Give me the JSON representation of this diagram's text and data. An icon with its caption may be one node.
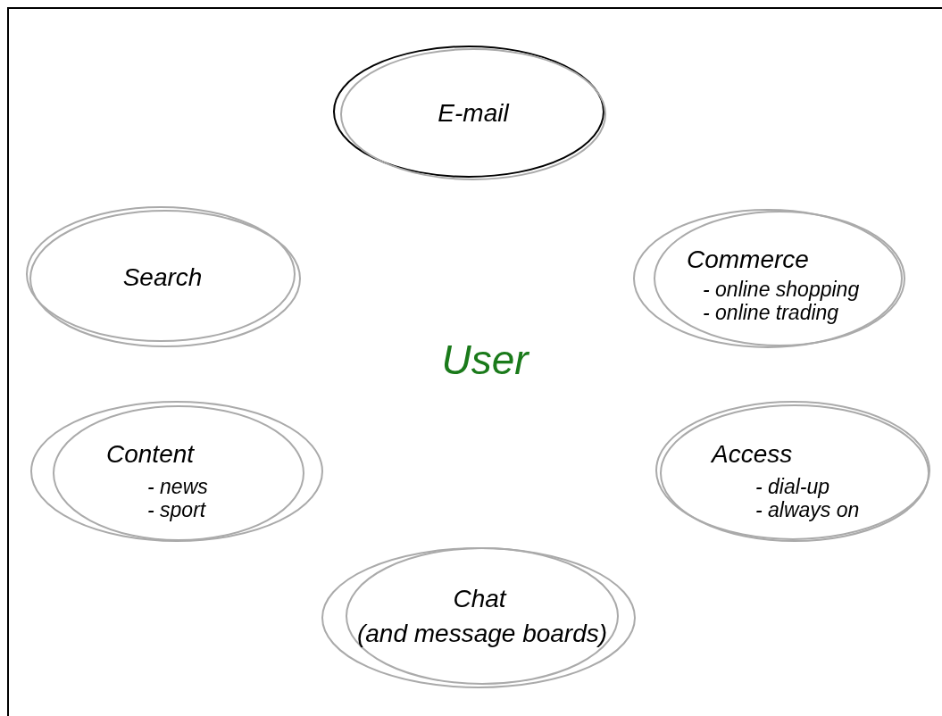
{
  "diagram": {
    "nodes": [
      {
        "text": [
          "E-mail"
        ]
      },
      {
        "text": [
          "Search"
        ]
      },
      {
        "text": [
          "Commerce",
          "- online shopping",
          "- online trading"
        ]
      },
      {
        "text": [
          "Content",
          "- news",
          "- sport"
        ]
      },
      {
        "text": [
          "Access",
          "- dial-up",
          "- always on"
        ]
      },
      {
        "text": [
          "Chat",
          "(and message boards)"
        ]
      }
    ],
    "labels": [
      "User"
    ]
  }
}
